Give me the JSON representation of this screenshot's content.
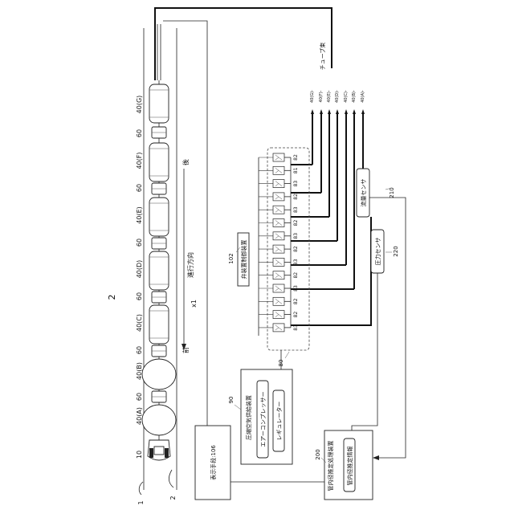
{
  "figure": {
    "number": "2",
    "direction": {
      "label": "進行方向",
      "front": "前",
      "back": "後",
      "axis": "x1"
    }
  },
  "robot": {
    "head_ref": "10",
    "pipe_ref": "2",
    "pipe_ref_2": "1",
    "joint_ref": "60",
    "units": [
      "40(A)",
      "40(B)",
      "40(C)",
      "40(D)",
      "40(E)",
      "40(F)",
      "40(G)"
    ]
  },
  "tube_bundle_label": "チューブ束",
  "tube_ports": [
    "40(G)-",
    "40(F)-",
    "40(E)-",
    "40(D)-",
    "40(C)-",
    "40(B)-",
    "40(A)-"
  ],
  "valve_unit": {
    "ref": "80",
    "labels": [
      "82",
      "81",
      "83",
      "82",
      "83",
      "82",
      "83",
      "82",
      "83",
      "82",
      "83",
      "82",
      "82",
      "83"
    ]
  },
  "valve_controller": {
    "ref": "102",
    "label": "弁装置制御装置"
  },
  "display": {
    "label": "表示手段:106"
  },
  "air_supply": {
    "ref": "90",
    "label": "圧縮空気供給装置",
    "items": [
      "エアーコンプレッサー",
      "レギュレーター"
    ]
  },
  "estimator": {
    "ref": "200",
    "label": "管内径推定処理装置",
    "inner": "管内径推定情報"
  },
  "flow_sensor": {
    "ref": "210",
    "label": "流量センサ"
  },
  "pressure_sensor": {
    "ref": "220",
    "label": "圧力センサ"
  }
}
